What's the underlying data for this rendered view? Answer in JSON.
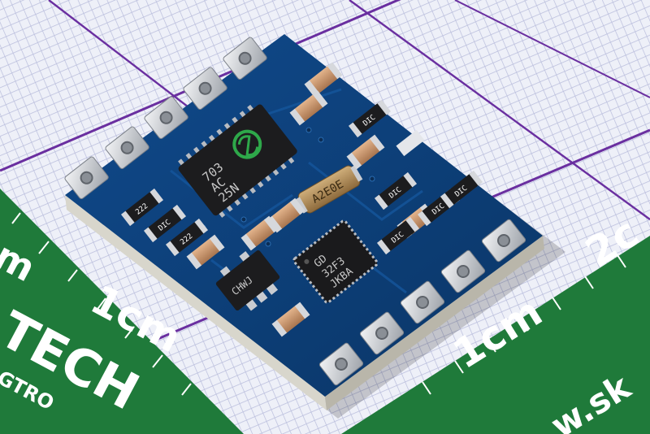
{
  "photo": {
    "subject": "blue PCB module on cutting mat",
    "colors": {
      "paper": "#eef0f8",
      "grid_fine": "#b9bddc",
      "grid_major": "#6a2fa0",
      "mat_green": "#1f7a3a",
      "pcb_blue": "#0d3f7a",
      "pcb_edge": "#d8d6cc",
      "pad_silver": "#cfd3d8",
      "chip_black": "#1c1c1e"
    }
  },
  "mat_labels": {
    "cm_left": "1cm",
    "cm_right": "1cm",
    "cm_left_partial": "m",
    "cm_right_partial": "2c",
    "brand_partial": "TECH",
    "brand_sub_partial": "GTRO",
    "url_partial": "w.sk"
  },
  "pcb_markings": {
    "main_chip_line1": "703",
    "main_chip_line2": "AC",
    "main_chip_line3": "25N",
    "crystal": "A2E0E",
    "qfn_line1": "GD",
    "qfn_line2": "32F3",
    "qfn_line3": "JKBA",
    "sot_chip": "CHWJ",
    "res_222_a": "222",
    "res_222_b": "222",
    "res_101_a": "DIC",
    "res_101_b": "DIC",
    "res_101_c": "DIC",
    "res_101_d": "DIC",
    "res_101_e": "DIC",
    "res_101_f": "DIC"
  }
}
